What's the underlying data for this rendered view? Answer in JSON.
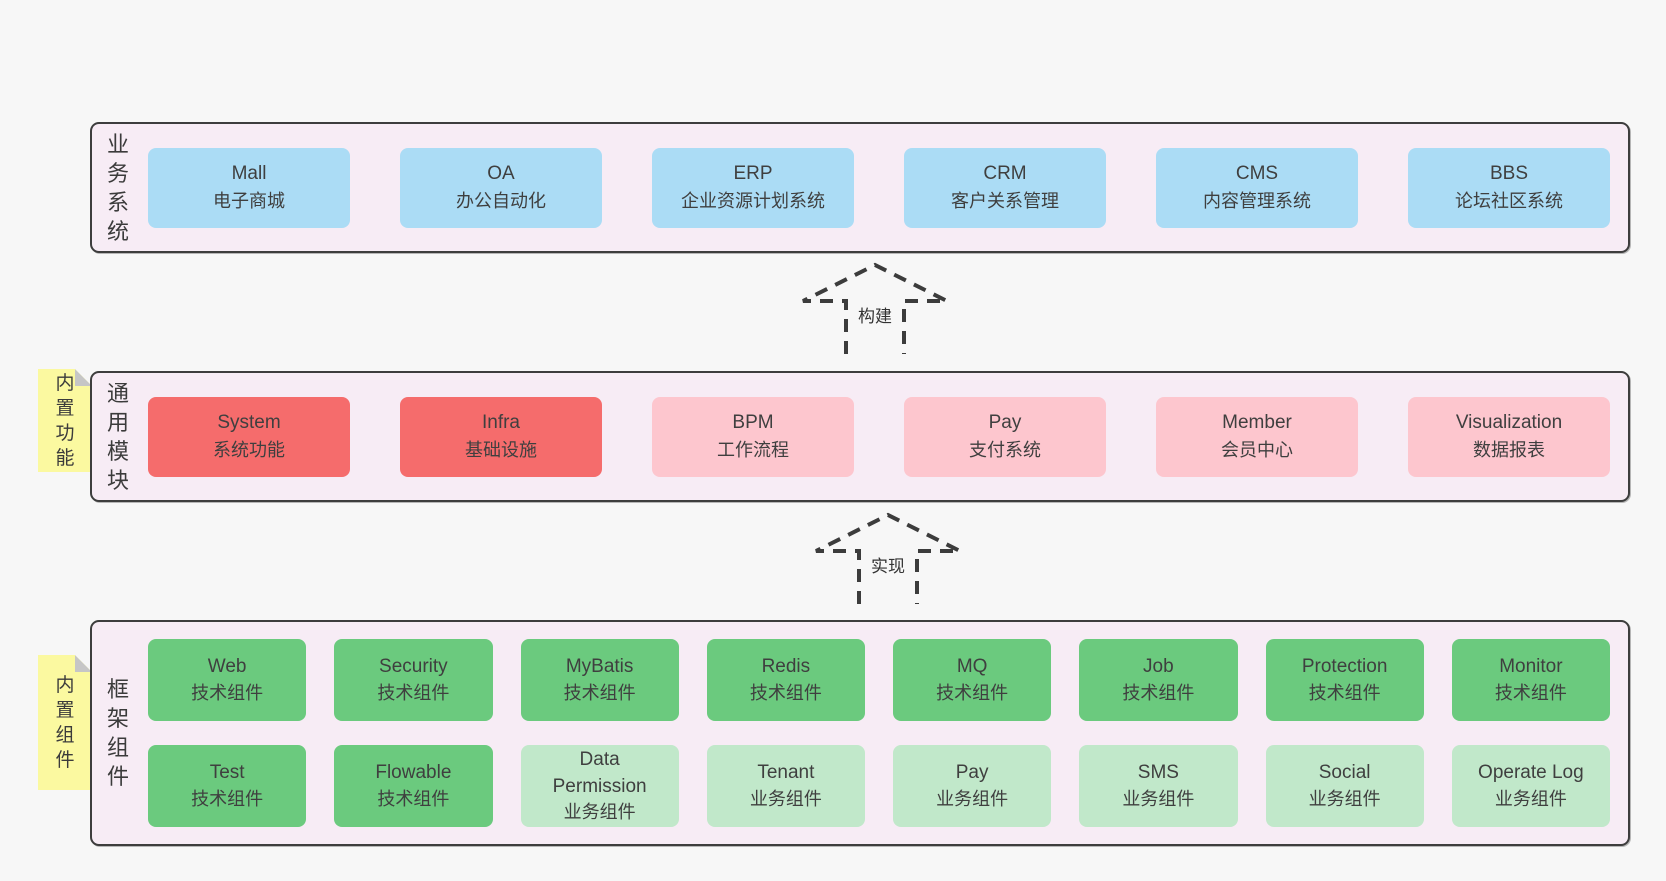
{
  "colors": {
    "page_background": "#f7f7f7",
    "layer_background": "#f7ecf5",
    "layer_border": "#3d3d3d",
    "blue_box": "#abdcf5",
    "red_box": "#f56c6c",
    "pink_box": "#fdc6ce",
    "green_box": "#6bca7e",
    "light_green_box": "#c1e8ca",
    "sticky_note": "#fbf9a0"
  },
  "arrows": [
    {
      "label": "构建"
    },
    {
      "label": "实现"
    }
  ],
  "layers": [
    {
      "id": "business",
      "label": "业务系统",
      "boxes": [
        {
          "name": "Mall",
          "subtitle": "电子商城",
          "type": "blue"
        },
        {
          "name": "OA",
          "subtitle": "办公自动化",
          "type": "blue"
        },
        {
          "name": "ERP",
          "subtitle": "企业资源计划系统",
          "type": "blue"
        },
        {
          "name": "CRM",
          "subtitle": "客户关系管理",
          "type": "blue"
        },
        {
          "name": "CMS",
          "subtitle": "内容管理系统",
          "type": "blue"
        },
        {
          "name": "BBS",
          "subtitle": "论坛社区系统",
          "type": "blue"
        }
      ]
    },
    {
      "id": "modules",
      "label": "通用模块",
      "note": "内置功能",
      "boxes": [
        {
          "name": "System",
          "subtitle": "系统功能",
          "type": "red"
        },
        {
          "name": "Infra",
          "subtitle": "基础设施",
          "type": "red"
        },
        {
          "name": "BPM",
          "subtitle": "工作流程",
          "type": "pink"
        },
        {
          "name": "Pay",
          "subtitle": "支付系统",
          "type": "pink"
        },
        {
          "name": "Member",
          "subtitle": "会员中心",
          "type": "pink"
        },
        {
          "name": "Visualization",
          "subtitle": "数据报表",
          "type": "pink"
        }
      ]
    },
    {
      "id": "components",
      "label": "框架组件",
      "note": "内置组件",
      "rows": [
        [
          {
            "name": "Web",
            "subtitle": "技术组件",
            "type": "green"
          },
          {
            "name": "Security",
            "subtitle": "技术组件",
            "type": "green"
          },
          {
            "name": "MyBatis",
            "subtitle": "技术组件",
            "type": "green"
          },
          {
            "name": "Redis",
            "subtitle": "技术组件",
            "type": "green"
          },
          {
            "name": "MQ",
            "subtitle": "技术组件",
            "type": "green"
          },
          {
            "name": "Job",
            "subtitle": "技术组件",
            "type": "green"
          },
          {
            "name": "Protection",
            "subtitle": "技术组件",
            "type": "green"
          },
          {
            "name": "Monitor",
            "subtitle": "技术组件",
            "type": "green"
          }
        ],
        [
          {
            "name": "Test",
            "subtitle": "技术组件",
            "type": "green"
          },
          {
            "name": "Flowable",
            "subtitle": "技术组件",
            "type": "green"
          },
          {
            "name": "Data Permission",
            "subtitle": "业务组件",
            "type": "lightgreen"
          },
          {
            "name": "Tenant",
            "subtitle": "业务组件",
            "type": "lightgreen"
          },
          {
            "name": "Pay",
            "subtitle": "业务组件",
            "type": "lightgreen"
          },
          {
            "name": "SMS",
            "subtitle": "业务组件",
            "type": "lightgreen"
          },
          {
            "name": "Social",
            "subtitle": "业务组件",
            "type": "lightgreen"
          },
          {
            "name": "Operate Log",
            "subtitle": "业务组件",
            "type": "lightgreen"
          }
        ]
      ]
    }
  ]
}
